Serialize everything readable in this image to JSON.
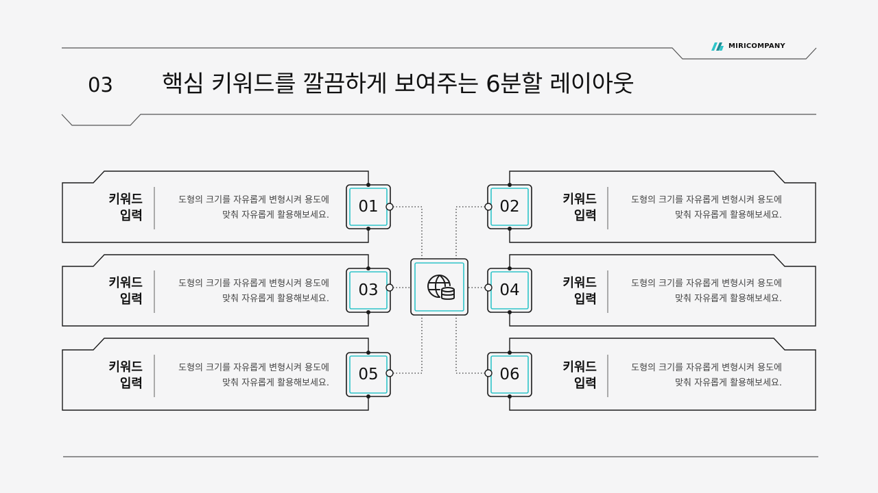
{
  "header": {
    "section_number": "03",
    "title": "핵심 키워드를 깔끔하게 보여주는 6분할 레이아웃",
    "brand_name": "MIRICOMPANY",
    "brand_icon": "miricompany-logo-icon"
  },
  "center_hub": {
    "icon": "globe-database-icon"
  },
  "colors": {
    "accent": "#2ec4c9",
    "stroke": "#1b1b1b",
    "background": "#f5f5f6"
  },
  "items": [
    {
      "number": "01",
      "keyword_line1": "키워드",
      "keyword_line2": "입력",
      "description": "도형의 크기를 자유롭게 변형시켜 용도에\n맞춰 자유롭게 활용해보세요."
    },
    {
      "number": "02",
      "keyword_line1": "키워드",
      "keyword_line2": "입력",
      "description": "도형의 크기를 자유롭게 변형시켜 용도에\n맞춰 자유롭게 활용해보세요."
    },
    {
      "number": "03",
      "keyword_line1": "키워드",
      "keyword_line2": "입력",
      "description": "도형의 크기를 자유롭게 변형시켜 용도에\n맞춰 자유롭게 활용해보세요."
    },
    {
      "number": "04",
      "keyword_line1": "키워드",
      "keyword_line2": "입력",
      "description": "도형의 크기를 자유롭게 변형시켜 용도에\n맞춰 자유롭게 활용해보세요."
    },
    {
      "number": "05",
      "keyword_line1": "키워드",
      "keyword_line2": "입력",
      "description": "도형의 크기를 자유롭게 변형시켜 용도에\n맞춰 자유롭게 활용해보세요."
    },
    {
      "number": "06",
      "keyword_line1": "키워드",
      "keyword_line2": "입력",
      "description": "도형의 크기를 자유롭게 변형시켜 용도에\n맞춰 자유롭게 활용해보세요."
    }
  ]
}
